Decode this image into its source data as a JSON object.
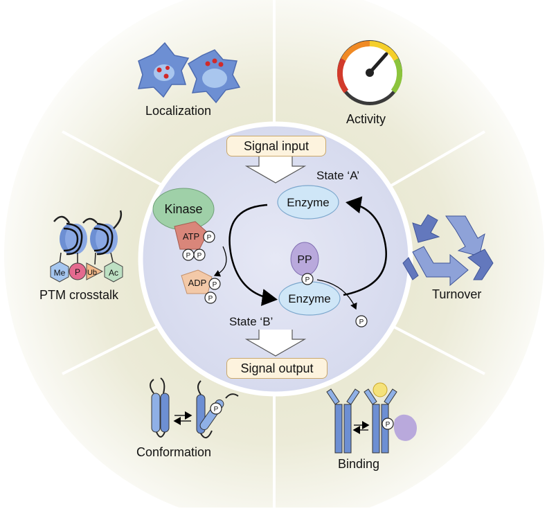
{
  "outer": {
    "localization": "Localization",
    "activity": "Activity",
    "ptm_crosstalk": "PTM crosstalk",
    "turnover": "Turnover",
    "conformation": "Conformation",
    "binding": "Binding"
  },
  "center": {
    "signal_input": "Signal input",
    "signal_output": "Signal output",
    "state_a": "State ‘A’",
    "state_b": "State ‘B’",
    "kinase": "Kinase",
    "atp": "ATP",
    "adp": "ADP",
    "pp": "PP",
    "enzyme": "Enzyme",
    "phospho": "P"
  },
  "ptm_marks": {
    "me": "Me",
    "p": "P",
    "ub": "Ub",
    "ac": "Ac"
  },
  "colors": {
    "cream": "#efeedd",
    "inner_circle": "#dfe2f1",
    "enzyme": "#cfe6f7",
    "kinase": "#9fd0a8",
    "atp": "#d9867a",
    "adp": "#f3c9a8",
    "pp": "#b9a9dc",
    "cell": "#6d8fd3",
    "recycle": "#5d73b5"
  }
}
